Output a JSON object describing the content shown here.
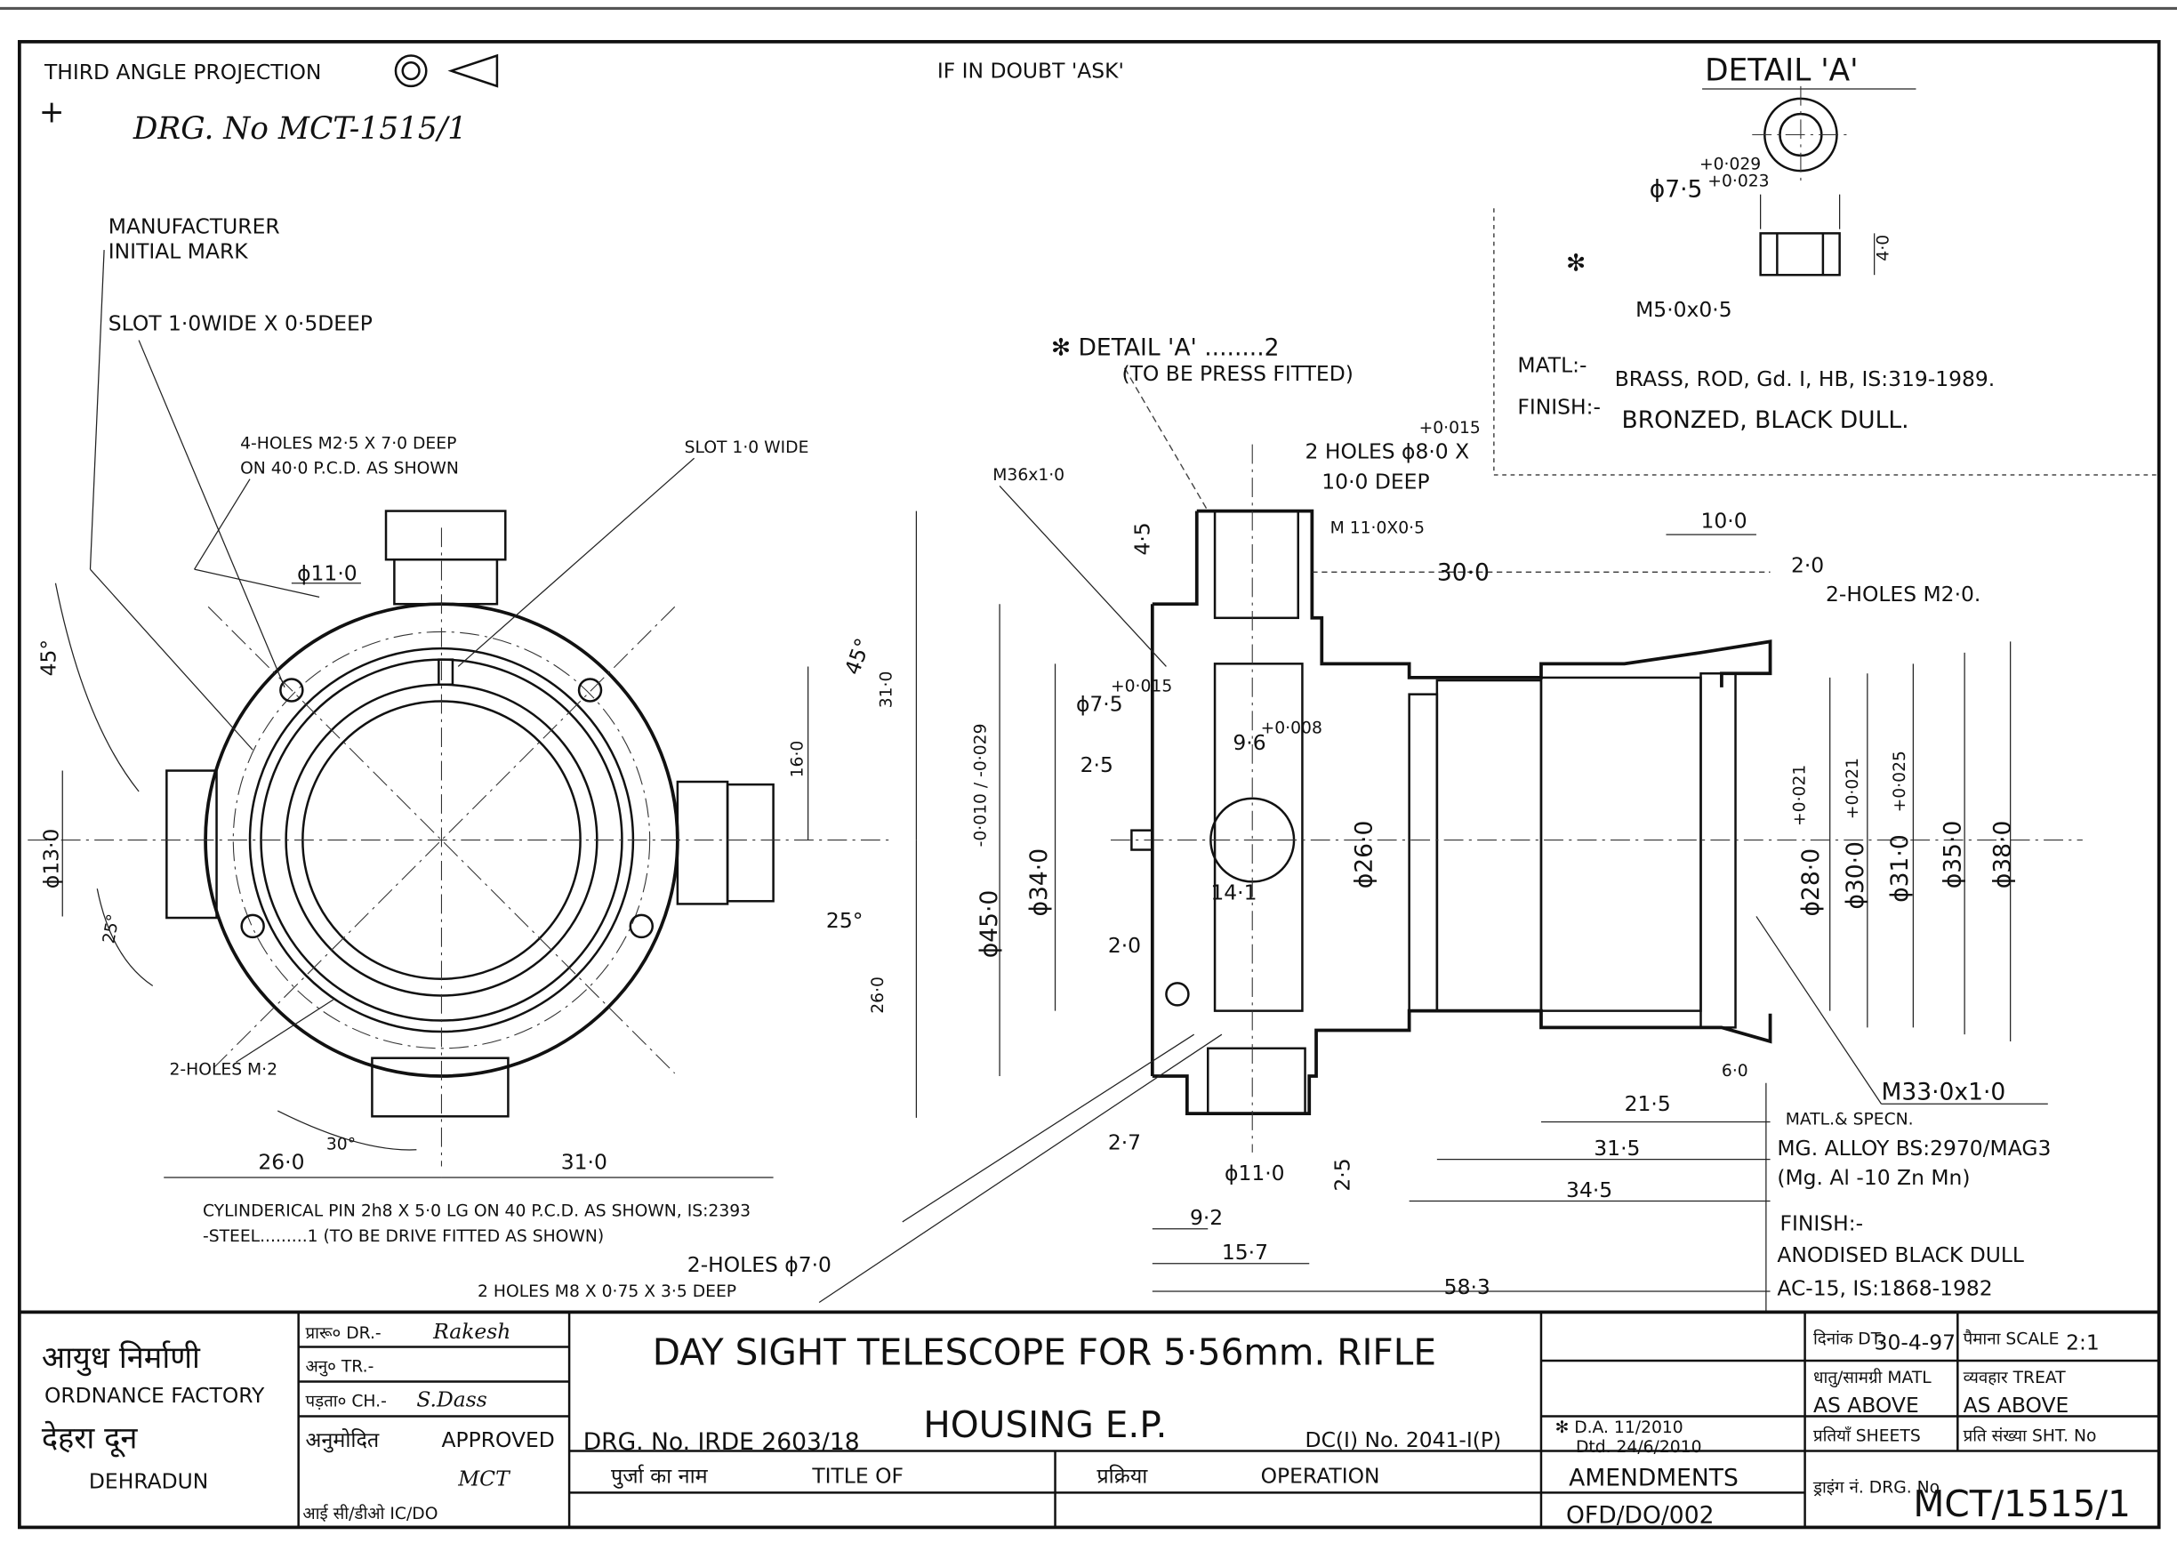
{
  "header": {
    "projection": "THIRD ANGLE PROJECTION",
    "doubt_note": "IF IN DOUBT 'ASK'",
    "drawing_ref": "DRG. No MCT-1515/1",
    "detail_title": "DETAIL 'A'"
  },
  "notes": {
    "manufacturer_1": "MANUFACTURER",
    "manufacturer_2": "INITIAL MARK",
    "slot_1": "SLOT 1·0WIDE X 0·5DEEP",
    "holes_m25_1": "4-HOLES M2·5 X 7·0 DEEP",
    "holes_m25_2": "ON 40·0 P.C.D. AS SHOWN",
    "slot_wide": "SLOT 1·0 WIDE",
    "holes_m2": "2-HOLES M·2",
    "pin_1": "CYLINDERICAL PIN 2h8 X 5·0 LG ON 40 P.C.D. AS SHOWN, IS:2393",
    "pin_2": "-STEEL.........1 (TO BE DRIVE FITTED AS SHOWN)",
    "holes_70": "2-HOLES ϕ7·0",
    "holes_m8": "2 HOLES M8 X 0·75 X 3·5 DEEP",
    "detail_a_1": "✻ DETAIL 'A' ........2",
    "detail_a_2": "(TO BE PRESS FITTED)",
    "holes_80_tol": "+0·015",
    "holes_80_1": "2 HOLES ϕ8·0 X",
    "holes_80_2": "10·0 DEEP",
    "m36": "M36x1·0",
    "m11": "M 11·0X0·5",
    "holes_m20": "2-HOLES M2·0.",
    "m33": "M33·0x1·0",
    "detail_matl_label": "MATL:-",
    "detail_matl": "BRASS, ROD, Gd. I, HB, IS:319-1989.",
    "detail_finish_label": "FINISH:-",
    "detail_finish": "BRONZED, BLACK DULL.",
    "detail_m5": "M5·0x0·5",
    "detail_dia": "ϕ7·5",
    "detail_tol_upper": "+0·029",
    "detail_tol_lower": "+0·023",
    "detail_height": "4·0",
    "detail_star": "✻",
    "matl_spec_label": "MATL.& SPECN.",
    "matl_spec_1": "MG. ALLOY BS:2970/MAG3",
    "matl_spec_2": "(Mg. Al -10 Zn Mn)",
    "finish_label": "FINISH:-",
    "finish_1": "ANODISED BLACK DULL",
    "finish_2": "AC-15, IS:1868-1982"
  },
  "dimensions": {
    "d_11": "ϕ11·0",
    "a45_left": "45°",
    "a45_right": "45°",
    "d31_v": "31·0",
    "d16": "16·0",
    "d13": "ϕ13·0",
    "a25_left": "25°",
    "a25_right": "25°",
    "d26_v": "26·0",
    "a30": "30°",
    "d26_h": "26·0",
    "d31_h": "31·0",
    "d45": "ϕ45·0",
    "d45_tol": "-0·010 / -0·029",
    "d34": "ϕ34·0",
    "d75": "ϕ7·5",
    "d75_tol": "+0·015",
    "d25": "2·5",
    "d20": "2·0",
    "d45_h": "4·5",
    "d96": "9·6",
    "d96_tol": "+0·008",
    "d141": "14·1",
    "d26": "ϕ26·0",
    "d30_h": "30·0",
    "d10": "10·0",
    "d2_0": "2·0",
    "d28": "ϕ28·0",
    "d28_tol": "+0·021",
    "d30": "ϕ30·0",
    "d30_tol": "+0·021",
    "d31": "ϕ31·0",
    "d31_tol": "+0·025",
    "d35": "ϕ35·0",
    "d38": "ϕ38·0",
    "d6": "6·0",
    "d215": "21·5",
    "d315": "31·5",
    "d345": "34·5",
    "d27": "2·7",
    "d11b": "ϕ11·0",
    "d25b": "2·5",
    "d92": "9·2",
    "d157": "15·7",
    "d583": "58·3"
  },
  "title_block": {
    "org_hindi": "आयुध निर्माणी",
    "org": "ORDNANCE FACTORY",
    "city_hindi": "देहरा दून",
    "city": "DEHRADUN",
    "drawn_label": "प्रारू० DR.-",
    "drawn_by": "Rakesh",
    "traced_label": "अनु० TR.-",
    "checked_label": "पड़ता० CH.-",
    "checked_by": "S.Dass",
    "approved_hindi": "अनुमोदित",
    "approved": "APPROVED",
    "approver_sign": "MCT",
    "approver_roles": "आई सी/डीओ  IC/DO",
    "title_1": "DAY SIGHT TELESCOPE FOR 5·56mm. RIFLE",
    "title_2": "HOUSING E.P.",
    "drg_no_ref": "DRG. No. IRDE 2603/18",
    "dc_no": "DC(I) No. 2041-I(P)",
    "title_of_hindi": "पुर्जा का नाम",
    "title_of": "TITLE OF",
    "operation_hindi": "प्रक्रिया",
    "operation": "OPERATION",
    "da_1": "✻ D.A. 11/2010",
    "da_2": "Dtd. 24/6/2010",
    "amendments": "AMENDMENTS",
    "amend_ref": "OFD/DO/002",
    "date_label": "दिनांक DT.",
    "date": "30-4-97",
    "scale_label": "पैमाना SCALE",
    "scale": "2:1",
    "matl_label": "धातु/सामग्री MATL",
    "matl": "AS ABOVE",
    "treat_label": "व्यवहार TREAT",
    "treat": "AS ABOVE",
    "sheets_label": "प्रतियाँ SHEETS",
    "sht_no_label": "प्रति संख्या SHT. No",
    "drg_no_label": "ड्राइंग नं. DRG. No",
    "drg_no": "MCT/1515/1"
  }
}
